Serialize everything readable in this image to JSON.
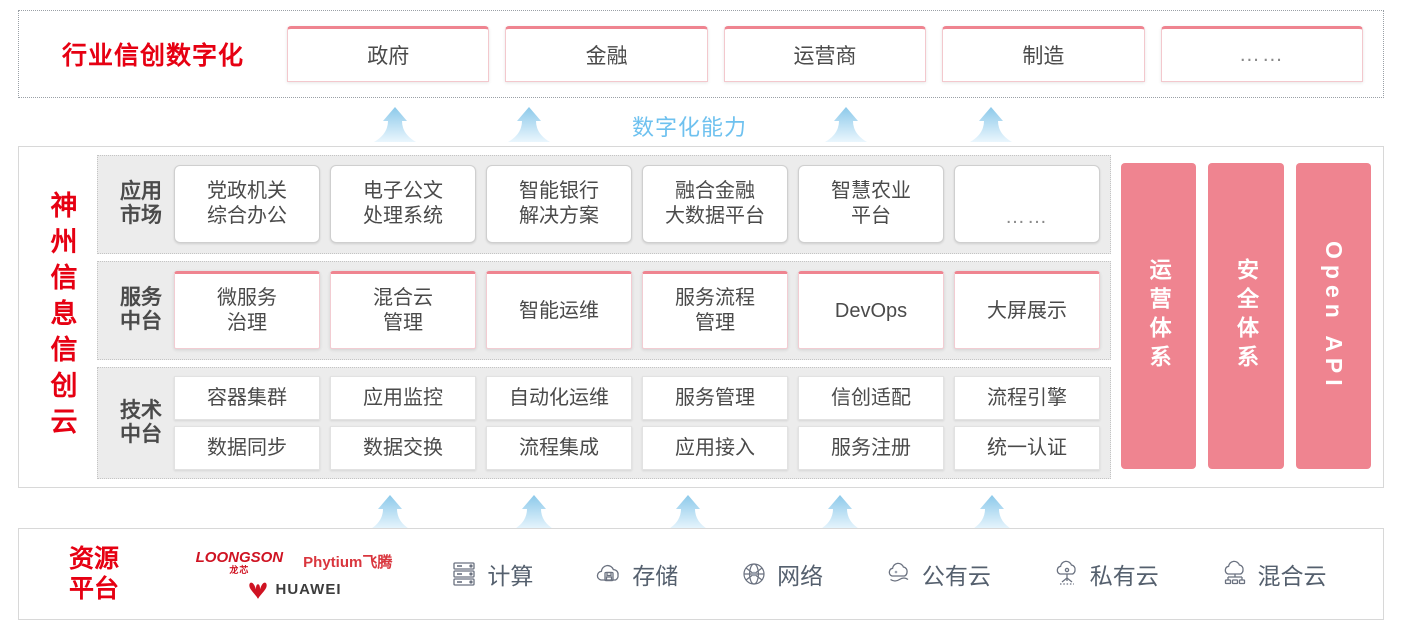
{
  "industry": {
    "title": "行业信创数字化",
    "tabs": [
      {
        "label": "政府"
      },
      {
        "label": "金融"
      },
      {
        "label": "运营商"
      },
      {
        "label": "制造"
      },
      {
        "label": "……"
      }
    ]
  },
  "capability": {
    "label": "数字化能力",
    "arrow_count_top": 4,
    "arrow_count_bottom": 5,
    "arrow_color": "#b9ddf4"
  },
  "cloud": {
    "title": "神州信息信创云",
    "layers": [
      {
        "id": "app-market",
        "label": "应用\n市场",
        "label_line1": "应用",
        "label_line2": "市场",
        "cells": [
          "党政机关\n综合办公",
          "电子公文\n处理系统",
          "智能银行\n解决方案",
          "融合金融\n大数据平台",
          "智慧农业\n平台",
          "……"
        ]
      },
      {
        "id": "service-platform",
        "label_line1": "服务",
        "label_line2": "中台",
        "cells": [
          "微服务\n治理",
          "混合云\n管理",
          "智能运维",
          "服务流程\n管理",
          "DevOps",
          "大屏展示"
        ]
      },
      {
        "id": "tech-platform",
        "label_line1": "技术",
        "label_line2": "中台",
        "cells_row1": [
          "容器集群",
          "应用监控",
          "自动化运维",
          "服务管理",
          "信创适配",
          "流程引擎"
        ],
        "cells_row2": [
          "数据同步",
          "数据交换",
          "流程集成",
          "应用接入",
          "服务注册",
          "统一认证"
        ]
      }
    ],
    "pillars": [
      {
        "label": "运营体系"
      },
      {
        "label": "安全体系"
      },
      {
        "label": "Open API"
      }
    ]
  },
  "resource": {
    "title_line1": "资源",
    "title_line2": "平台",
    "vendors": [
      {
        "name": "LOONGSON",
        "sub": "龙芯"
      },
      {
        "name": "Phytium飞腾"
      },
      {
        "name": "HUAWEI"
      }
    ],
    "items": [
      {
        "label": "计算",
        "icon": "server-icon"
      },
      {
        "label": "存储",
        "icon": "storage-cloud-icon"
      },
      {
        "label": "网络",
        "icon": "network-globe-icon"
      },
      {
        "label": "公有云",
        "icon": "public-cloud-icon"
      },
      {
        "label": "私有云",
        "icon": "private-cloud-icon"
      },
      {
        "label": "混合云",
        "icon": "hybrid-cloud-icon"
      }
    ]
  },
  "colors": {
    "brand_red": "#e60012",
    "pillar_pink": "#ef8490",
    "arrow_blue": "#b9ddf4",
    "capability_blue": "#6ec1ef",
    "layer_bg": "#ececec"
  }
}
